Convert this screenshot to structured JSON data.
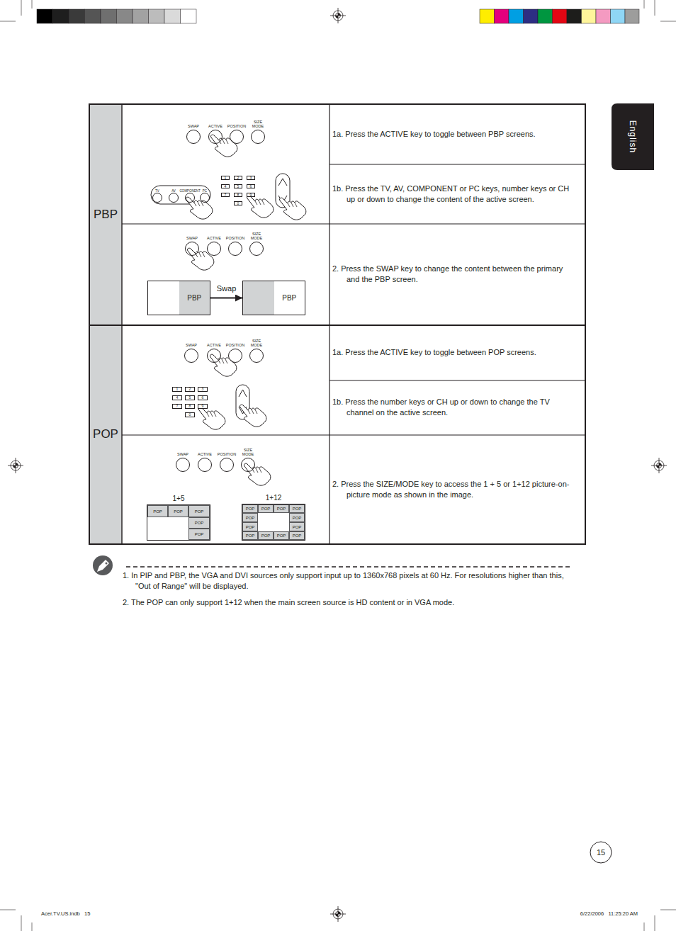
{
  "diagram": {
    "nodes": [
      {
        "text": [
          "PBP"
        ]
      },
      {
        "text": [
          "SWAP"
        ]
      },
      {
        "text": [
          "ACTIVE"
        ]
      },
      {
        "text": [
          "POSITION"
        ]
      },
      {
        "text": [
          "SIZE MODE"
        ]
      },
      {
        "text": [
          "TV"
        ]
      },
      {
        "text": [
          "AV"
        ]
      },
      {
        "text": [
          "COMPONENT"
        ]
      },
      {
        "text": [
          "PC"
        ]
      },
      {
        "text": [
          "1"
        ]
      },
      {
        "text": [
          "2"
        ]
      },
      {
        "text": [
          "3"
        ]
      },
      {
        "text": [
          "4"
        ]
      },
      {
        "text": [
          "5"
        ]
      },
      {
        "text": [
          "6"
        ]
      },
      {
        "text": [
          "7"
        ]
      },
      {
        "text": [
          "8"
        ]
      },
      {
        "text": [
          "9"
        ]
      },
      {
        "text": [
          "0"
        ]
      },
      {
        "text": [
          "SWAP"
        ]
      },
      {
        "text": [
          "ACTIVE"
        ]
      },
      {
        "text": [
          "POSITION"
        ]
      },
      {
        "text": [
          "SIZE MODE"
        ]
      },
      {
        "text": [
          "PBP"
        ]
      },
      {
        "text": [
          "PBP"
        ]
      },
      {
        "text": [
          "POP"
        ]
      },
      {
        "text": [
          "SWAP"
        ]
      },
      {
        "text": [
          "ACTIVE"
        ]
      },
      {
        "text": [
          "POSITION"
        ]
      },
      {
        "text": [
          "SIZE MODE"
        ]
      },
      {
        "text": [
          "1"
        ]
      },
      {
        "text": [
          "2"
        ]
      },
      {
        "text": [
          "3"
        ]
      },
      {
        "text": [
          "4"
        ]
      },
      {
        "text": [
          "5"
        ]
      },
      {
        "text": [
          "6"
        ]
      },
      {
        "text": [
          "7"
        ]
      },
      {
        "text": [
          "8"
        ]
      },
      {
        "text": [
          "9"
        ]
      },
      {
        "text": [
          "0"
        ]
      },
      {
        "text": [
          "SWAP"
        ]
      },
      {
        "text": [
          "ACTIVE"
        ]
      },
      {
        "text": [
          "POSITION"
        ]
      },
      {
        "text": [
          "SIZE MODE"
        ]
      },
      {
        "text": [
          "1+5"
        ]
      },
      {
        "text": [
          "POP"
        ],
        "in": 44
      },
      {
        "text": [
          "POP"
        ],
        "in": 44
      },
      {
        "text": [
          "POP"
        ],
        "in": 44
      },
      {
        "text": [
          "POP"
        ],
        "in": 44
      },
      {
        "text": [
          "POP"
        ],
        "in": 44
      },
      {
        "text": [
          "1+12"
        ]
      },
      {
        "text": [
          "POP"
        ],
        "in": 50
      },
      {
        "text": [
          "POP"
        ],
        "in": 50
      },
      {
        "text": [
          "POP"
        ],
        "in": 50
      },
      {
        "text": [
          "POP"
        ],
        "in": 50
      },
      {
        "text": [
          "POP"
        ],
        "in": 50
      },
      {
        "text": [
          "POP"
        ],
        "in": 50
      },
      {
        "text": [
          "POP"
        ],
        "in": 50
      },
      {
        "text": [
          "POP"
        ],
        "in": 50
      },
      {
        "text": [
          "POP"
        ],
        "in": 50
      },
      {
        "text": [
          "POP"
        ],
        "in": 50
      },
      {
        "text": [
          "POP"
        ],
        "in": 50
      },
      {
        "text": [
          "POP"
        ],
        "in": 50
      }
    ],
    "edges": [
      {
        "from": 23,
        "to": 24,
        "label": "Swap",
        "arrow": "to"
      }
    ],
    "labels": [
      "1a. Press the ACTIVE key to toggle between PBP screens.",
      "1b. Press the TV, AV, COMPONENT or PC keys, number keys or CH up or down to change the content of the active screen.",
      "2. Press the SWAP key to change the content between the primary and the PBP screen.",
      "1a. Press the ACTIVE key to toggle between POP screens.",
      "1b. Press the number keys or CH up or down to change the TV channel on the active screen.",
      "2. Press the SIZE/MODE key to access the 1 + 5 or 1+12 picture-on-picture mode as shown in the image.",
      "English",
      "1. In PIP and PBP, the VGA and DVI sources only support input up to 1360x768 pixels at 60 Hz. For resolutions higher than this, \"Out of Range\" will be displayed.",
      "2. The POP can only support 1+12 when the main screen source is HD content or in VGA mode.",
      "15",
      "Acer.TV.US.indb   15",
      "6/22/2006   11:25:20 AM"
    ]
  }
}
